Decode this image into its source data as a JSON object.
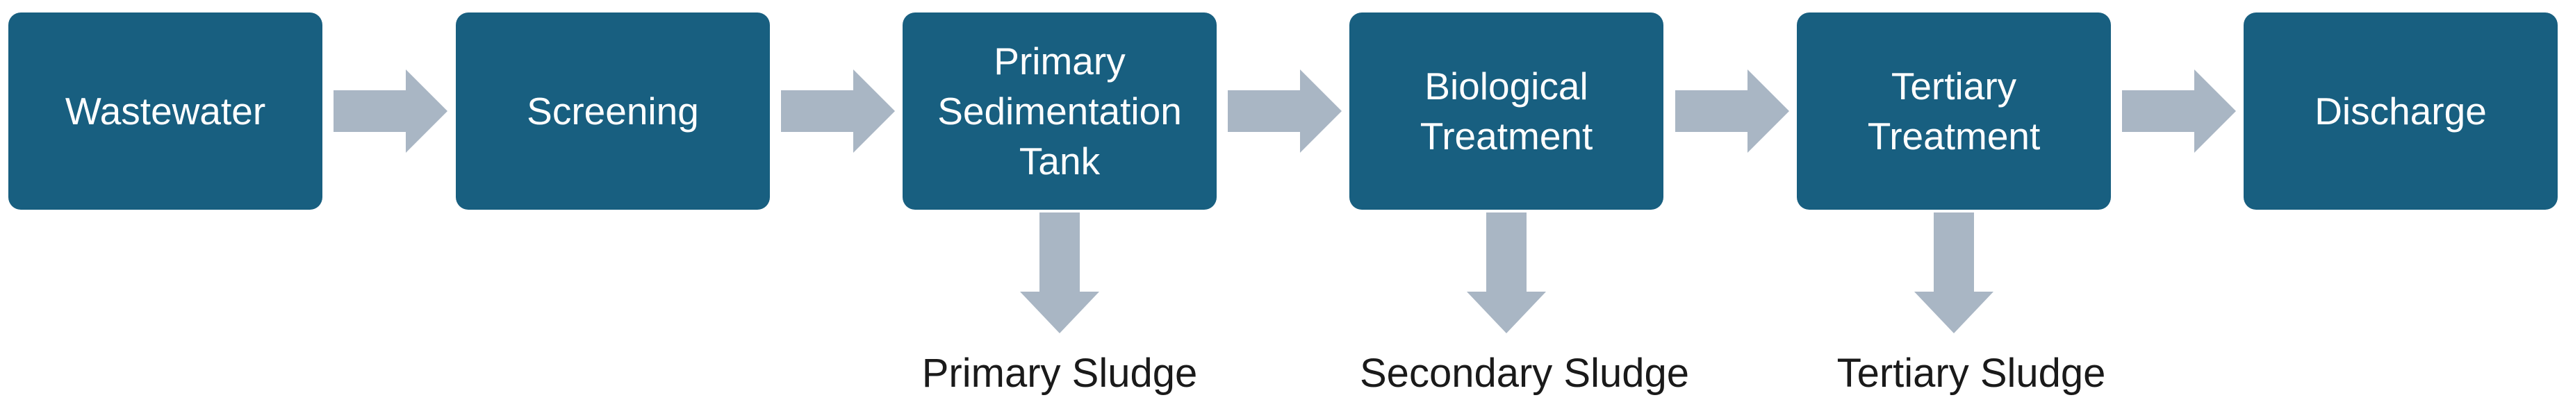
{
  "steps": [
    {
      "label": "Wastewater"
    },
    {
      "label": "Screening"
    },
    {
      "label": "Primary\nSedimentation\nTank"
    },
    {
      "label": "Biological\nTreatment"
    },
    {
      "label": "Tertiary\nTreatment"
    },
    {
      "label": "Discharge"
    }
  ],
  "outputs": [
    {
      "label": "Primary Sludge"
    },
    {
      "label": "Secondary Sludge"
    },
    {
      "label": "Tertiary Sludge"
    }
  ],
  "colors": {
    "box": "#185f80",
    "box_text": "#ffffff",
    "arrow": "#a9b6c4",
    "text": "#1a1a1a"
  }
}
